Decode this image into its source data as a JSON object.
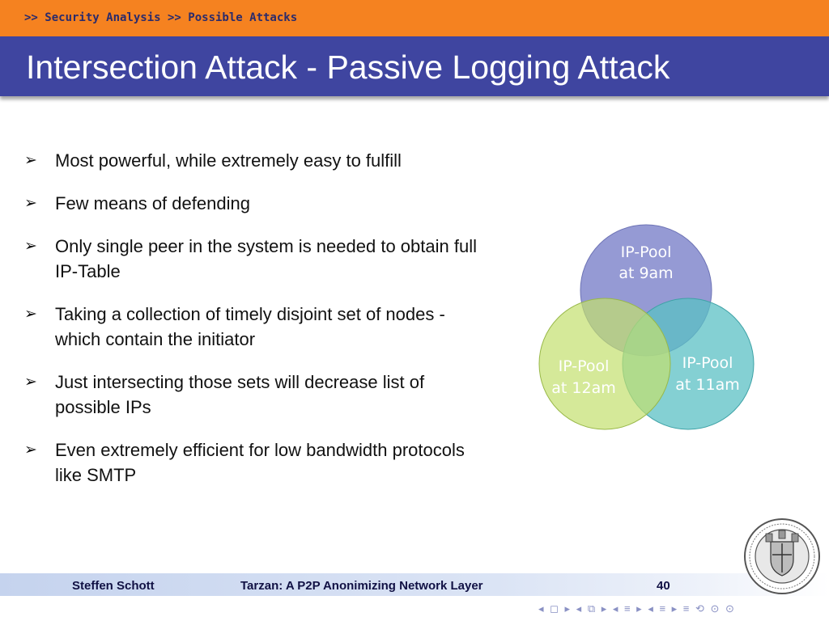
{
  "header": {
    "breadcrumb": ">> Security Analysis >> Possible Attacks",
    "title": "Intersection Attack - Passive Logging Attack"
  },
  "bullets": [
    {
      "text": "Most powerful, while extremely easy to fulfill"
    },
    {
      "text": "Few means of defending"
    },
    {
      "text": "Only single peer in the system is needed to obtain full IP-Table"
    },
    {
      "text": "Taking a collection of timely disjoint set of nodes - which contain the initiator"
    },
    {
      "text": "Just intersecting those sets will decrease list of possible IPs"
    },
    {
      "text": "Even extremely efficient for low bandwidth protocols like SMTP"
    }
  ],
  "bullet_marker": "➢",
  "venn": {
    "circles": [
      {
        "line1": "IP-Pool",
        "line2": "at 9am",
        "color": "#8a8fcf"
      },
      {
        "line1": "IP-Pool",
        "line2": "at 11am",
        "color": "#5bc0c4"
      },
      {
        "line1": "IP-Pool",
        "line2": "at 12am",
        "color": "#c3df6e"
      }
    ]
  },
  "footer": {
    "author": "Steffen Schott",
    "talk": "Tarzan: A P2P Anonimizing Network Layer",
    "page": "40"
  },
  "nav": {
    "symbols": "◂ ◻ ▸ ◂ ⧉ ▸ ◂ ≡ ▸ ◂ ≡ ▸   ≡   ⟲ ⊙ ⊙"
  },
  "colors": {
    "orange_bar": "#f58220",
    "title_bar": "#3f45a0",
    "footer_bar": "#c5d3ee"
  }
}
